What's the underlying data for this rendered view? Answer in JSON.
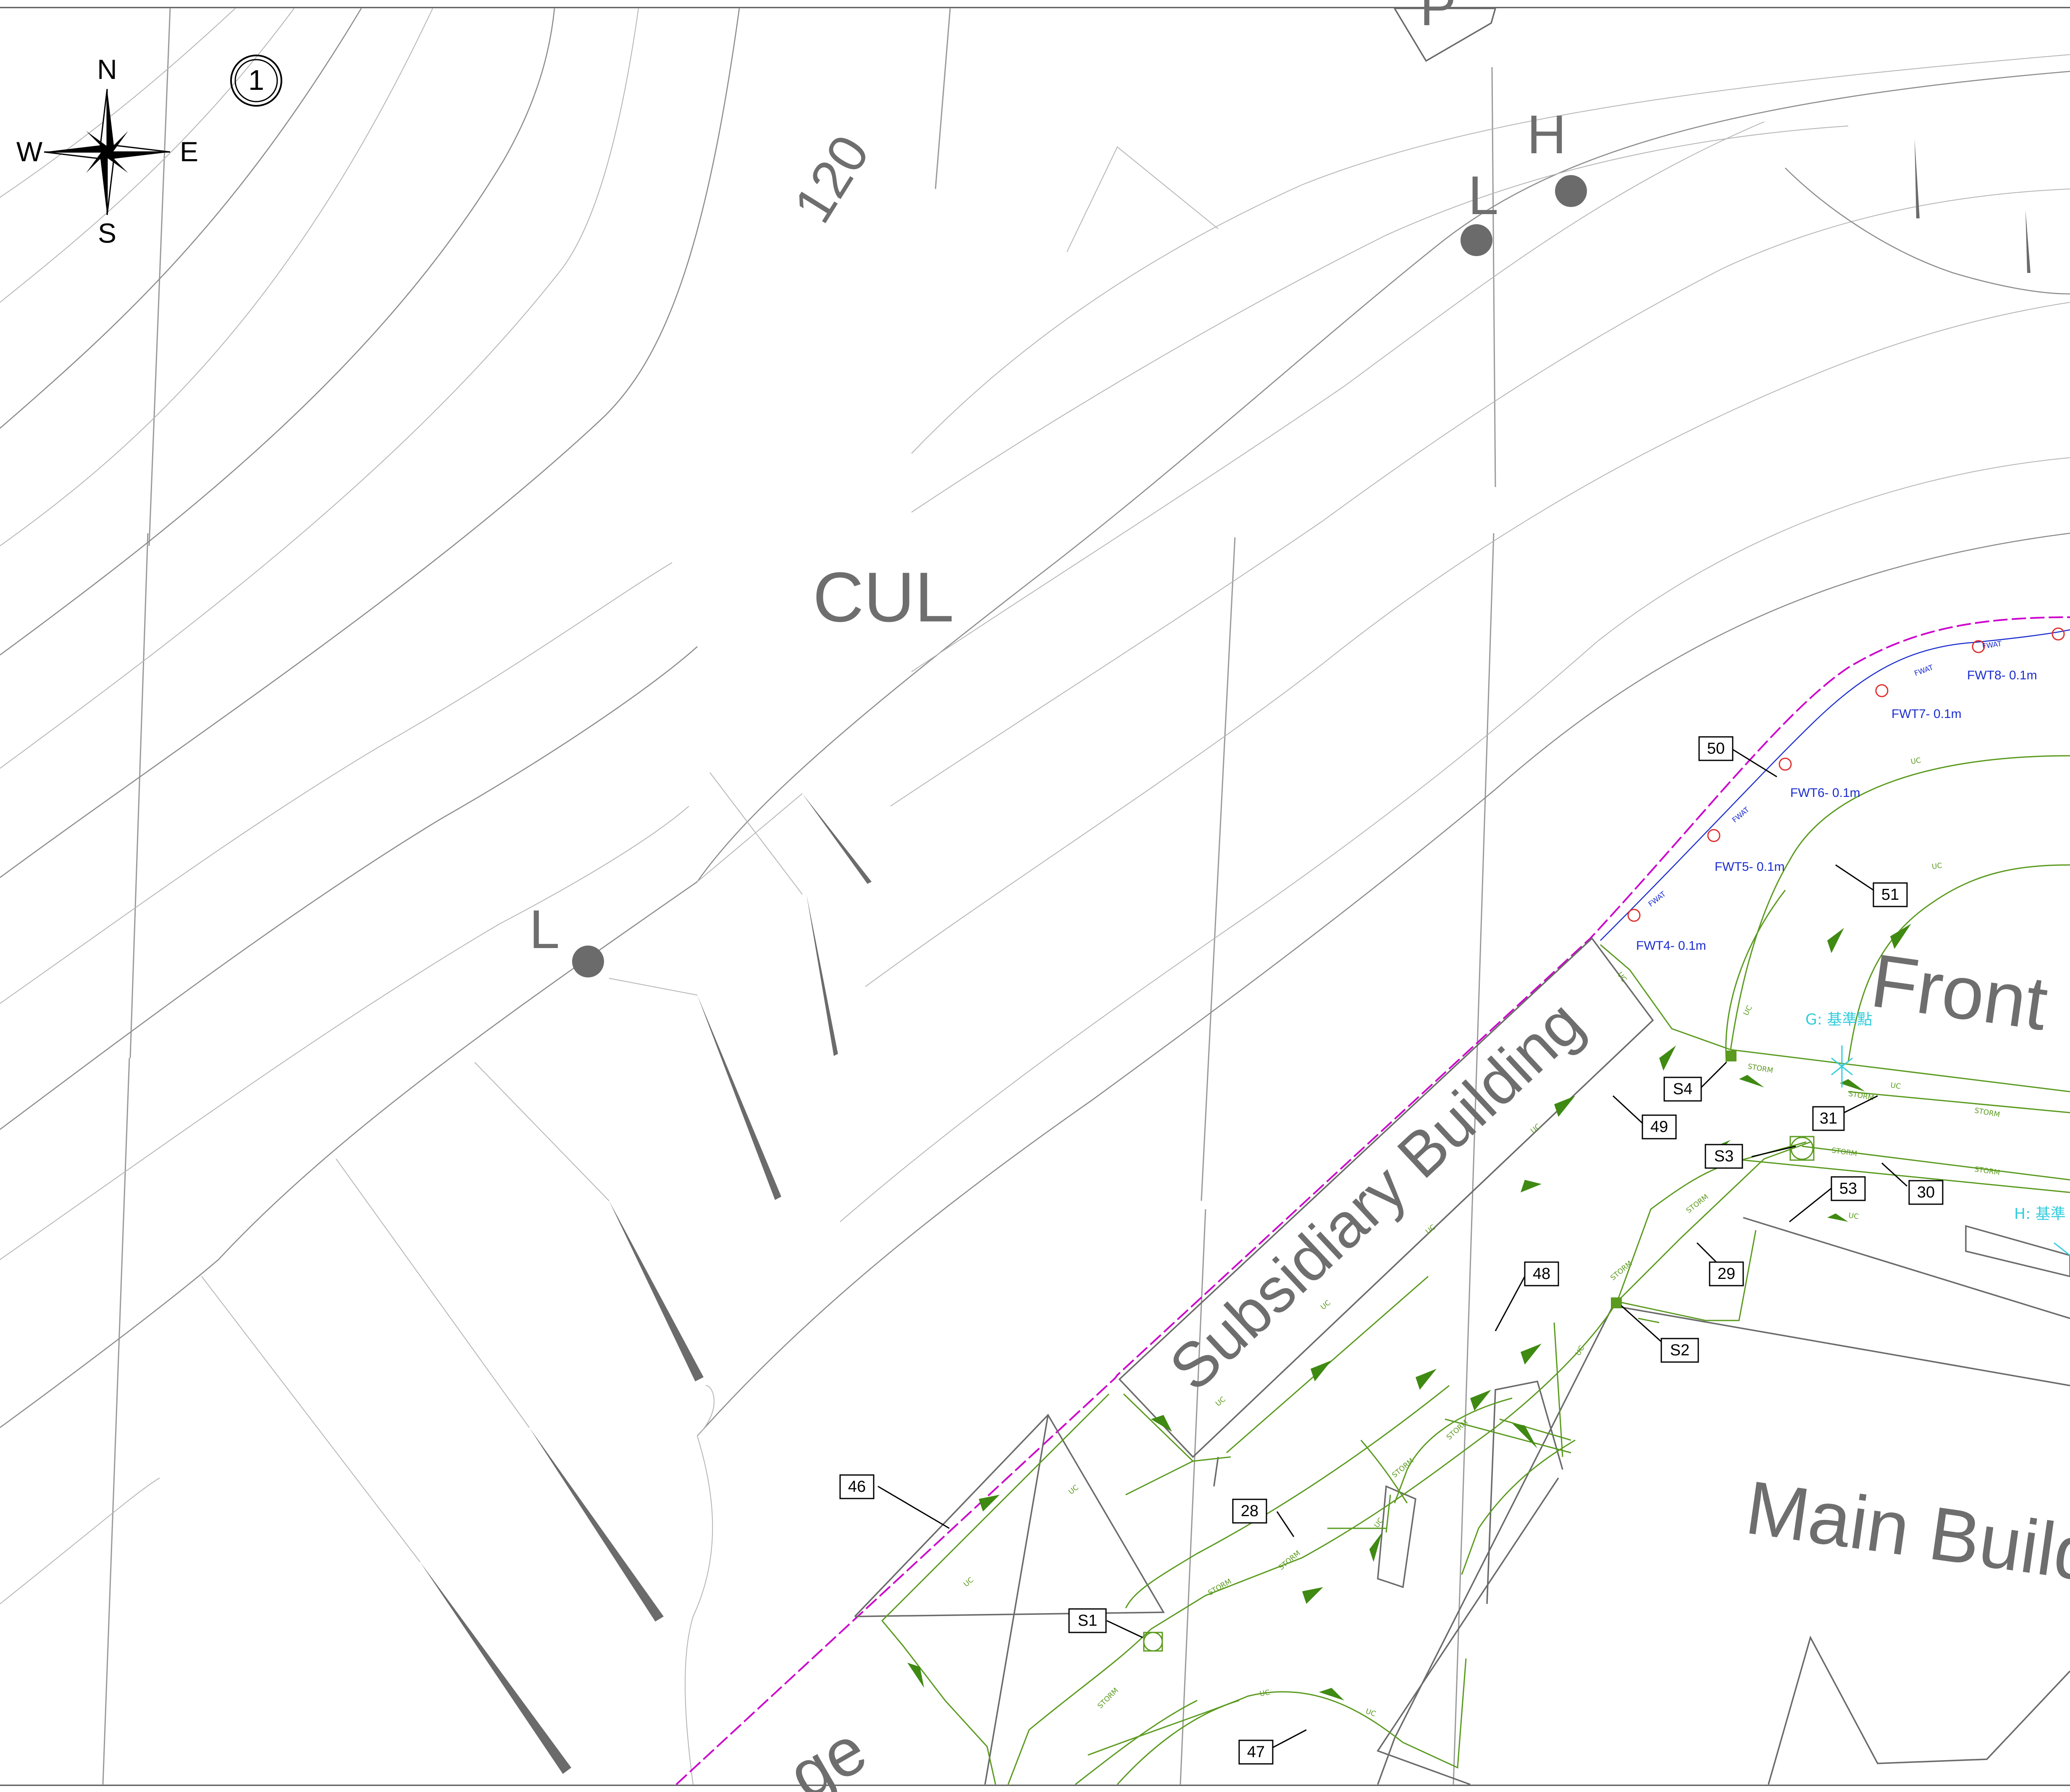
{
  "compass": {
    "n": "N",
    "s": "S",
    "e": "E",
    "w": "W"
  },
  "sheet_marker": "1",
  "labels": {
    "contour_120": "120",
    "cul": "CUL",
    "p": "P",
    "h": "H",
    "l_top": "L",
    "l_left": "L",
    "subsidiary": "Subsidiary Building",
    "front": "Front C",
    "main": "Main Build",
    "bottom_partial": "ge"
  },
  "pipe_text": {
    "uc": "UC",
    "storm": "STORM",
    "fwat": "FWAT"
  },
  "fwt_labels": [
    "FWT8- 0.1m",
    "FWT7- 0.1m",
    "FWT6- 0.1m",
    "FWT5- 0.1m",
    "FWT4- 0.1m"
  ],
  "survey_points": {
    "g": "G: 基準點",
    "h": "H: 基準"
  },
  "callouts": [
    "50",
    "51",
    "S4",
    "49",
    "31",
    "S3",
    "30",
    "53",
    "29",
    "48",
    "S2",
    "46",
    "28",
    "S1",
    "47"
  ],
  "colors": {
    "pipe": "#5a9a1e",
    "water": "#1a2ccf",
    "boundary": "#cc00cc",
    "survey": "#33ccdd"
  }
}
